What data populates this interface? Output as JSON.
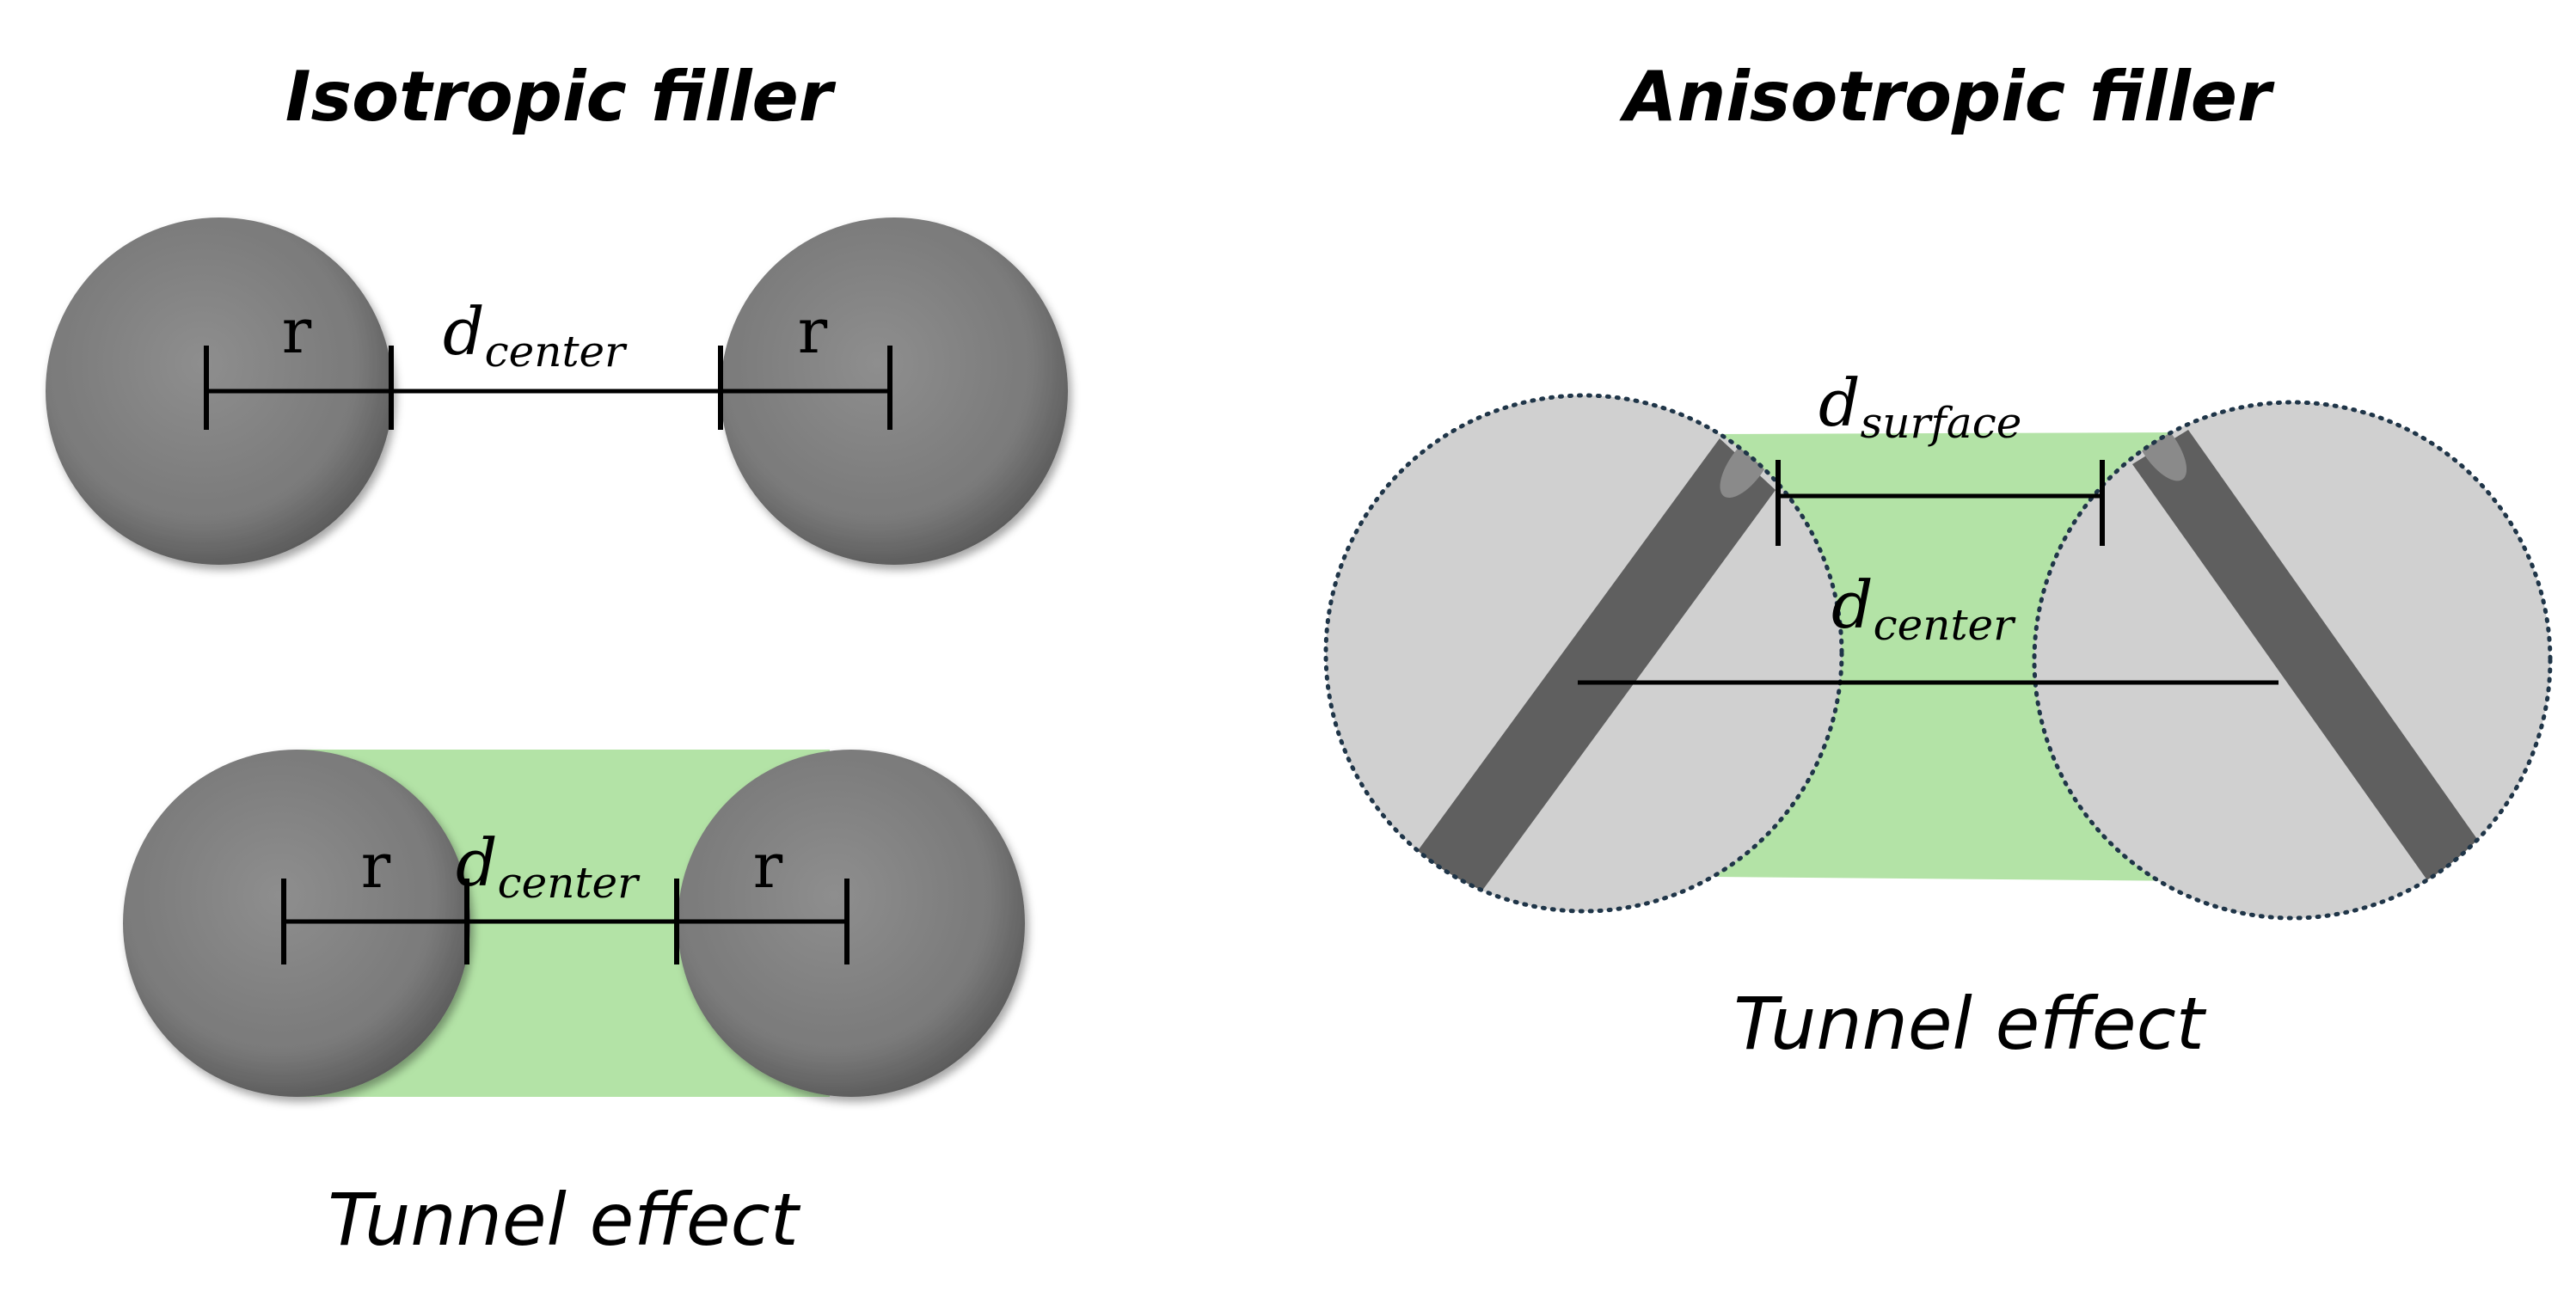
{
  "isotropic": {
    "title": "Isotropic filler",
    "radius_label": "r",
    "distance_main": "d",
    "distance_sub": "center",
    "caption": "Tunnel effect"
  },
  "anisotropic": {
    "title": "Anisotropic filler",
    "surface_main": "d",
    "surface_sub": "surface",
    "center_main": "d",
    "center_sub": "center",
    "caption": "Tunnel effect"
  },
  "colors": {
    "tunnel_green": "#b3e3a6",
    "sphere_gray": "#7f7f7f",
    "ghost_circle": "#d0d0d0",
    "rod_gray": "#5f5f5f",
    "dotted_outline": "#1f3548"
  }
}
